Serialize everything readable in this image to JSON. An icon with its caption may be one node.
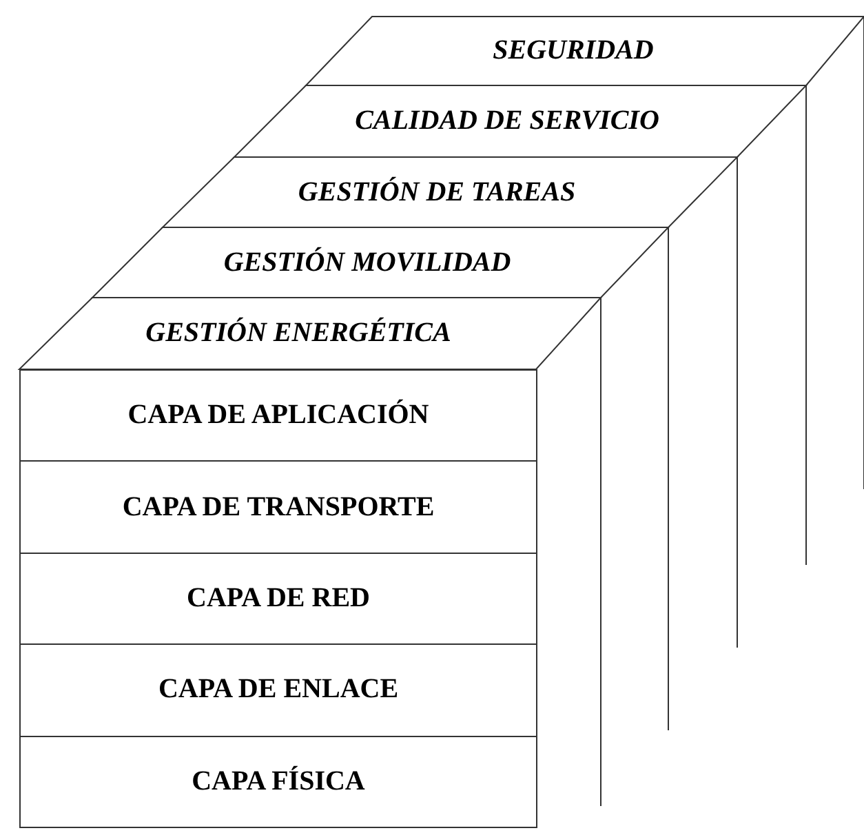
{
  "diagram": {
    "nodes": [
      {
        "text": [
          "SEGURIDAD"
        ]
      },
      {
        "text": [
          "CALIDAD DE SERVICIO"
        ]
      },
      {
        "text": [
          "GESTIÓN DE TAREAS"
        ]
      },
      {
        "text": [
          "GESTIÓN MOVILIDAD"
        ]
      },
      {
        "text": [
          "GESTIÓN ENERGÉTICA"
        ]
      },
      {
        "text": [
          "CAPA DE APLICACIÓN"
        ]
      },
      {
        "text": [
          "CAPA DE TRANSPORTE"
        ]
      },
      {
        "text": [
          "CAPA DE RED"
        ]
      },
      {
        "text": [
          "CAPA DE ENLACE"
        ]
      },
      {
        "text": [
          "CAPA FÍSICA"
        ]
      }
    ]
  }
}
